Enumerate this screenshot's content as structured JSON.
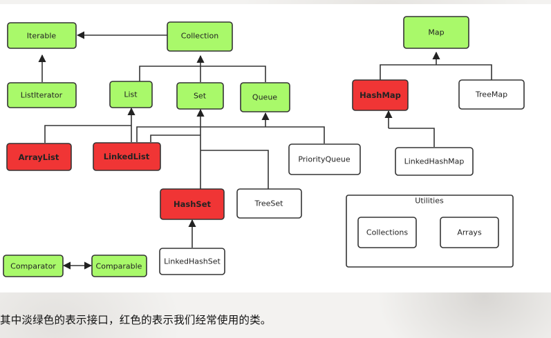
{
  "colors": {
    "interface": "#a9f96a",
    "common_class": "#f03535",
    "class": "#ffffff",
    "stroke": "#333333"
  },
  "nodes": {
    "iterable": "Iterable",
    "collection": "Collection",
    "list_iterator": "ListIterator",
    "list": "List",
    "set": "Set",
    "queue": "Queue",
    "array_list": "ArrayList",
    "linked_list": "LinkedList",
    "hash_set": "HashSet",
    "tree_set": "TreeSet",
    "linked_hash_set": "LinkedHashSet",
    "priority_queue": "PriorityQueue",
    "map": "Map",
    "hash_map": "HashMap",
    "tree_map": "TreeMap",
    "linked_hash_map": "LinkedHashMap",
    "comparator": "Comparator",
    "comparable": "Comparable",
    "utilities": "Utilities",
    "collections": "Collections",
    "arrays": "Arrays"
  },
  "caption": "其中淡绿色的表示接口，红色的表示我们经常使用的类。"
}
